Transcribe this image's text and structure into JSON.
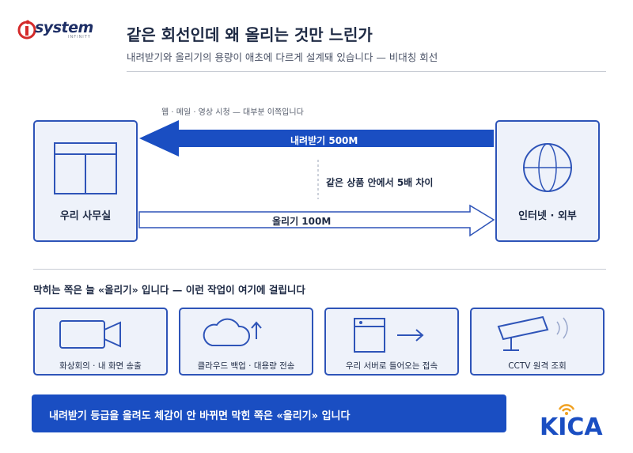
{
  "logo": {
    "text": "system",
    "sub": "INFINITY"
  },
  "header": {
    "title": "같은 회선인데 왜 올리는 것만 느린가",
    "subtitle": "내려받기와 올리기의 용량이 애초에 다르게 설계돼 있습니다 — 비대칭 회선"
  },
  "diagram": {
    "left_node": {
      "label": "우리 사무실",
      "icon": "window-layout-icon"
    },
    "right_node": {
      "label": "인터넷 · 외부",
      "icon": "globe-icon"
    },
    "download": {
      "label": "내려받기 500M",
      "note": "웹 · 메일 · 영상 시청 — 대부분 이쪽입니다",
      "color": "#1a4ec2"
    },
    "upload": {
      "label": "올리기 100M"
    },
    "center_note": "같은 상품 안에서 5배 차이"
  },
  "section": {
    "title": "막히는 쪽은 늘 «올리기» 입니다 — 이런 작업이 여기에 걸립니다",
    "cards": [
      {
        "label": "화상회의 · 내 화면 송출",
        "icon": "video-camera-icon"
      },
      {
        "label": "클라우드 백업 · 대용량 전송",
        "icon": "cloud-upload-icon"
      },
      {
        "label": "우리 서버로 들어오는 접속",
        "icon": "server-arrow-icon"
      },
      {
        "label": "CCTV 원격 조회",
        "icon": "cctv-icon"
      }
    ]
  },
  "banner": {
    "text": "내려받기 등급을 올려도 체감이 안 바뀌면 막힌 쪽은 «올리기» 입니다"
  },
  "brand": {
    "text": "KICA",
    "primary": "#1a4ec2",
    "accent": "#f0a020"
  }
}
